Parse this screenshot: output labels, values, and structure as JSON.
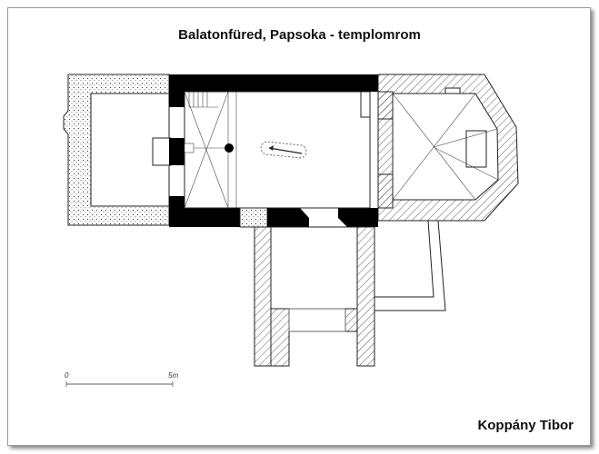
{
  "title": "Balatonfüred, Papsoka - templomrom",
  "author": "Koppány Tibor",
  "scale": {
    "start_label": "0",
    "end_label": "5m"
  },
  "colors": {
    "wall": "#000000",
    "line": "#222222",
    "frame": "#9a9a9a"
  }
}
